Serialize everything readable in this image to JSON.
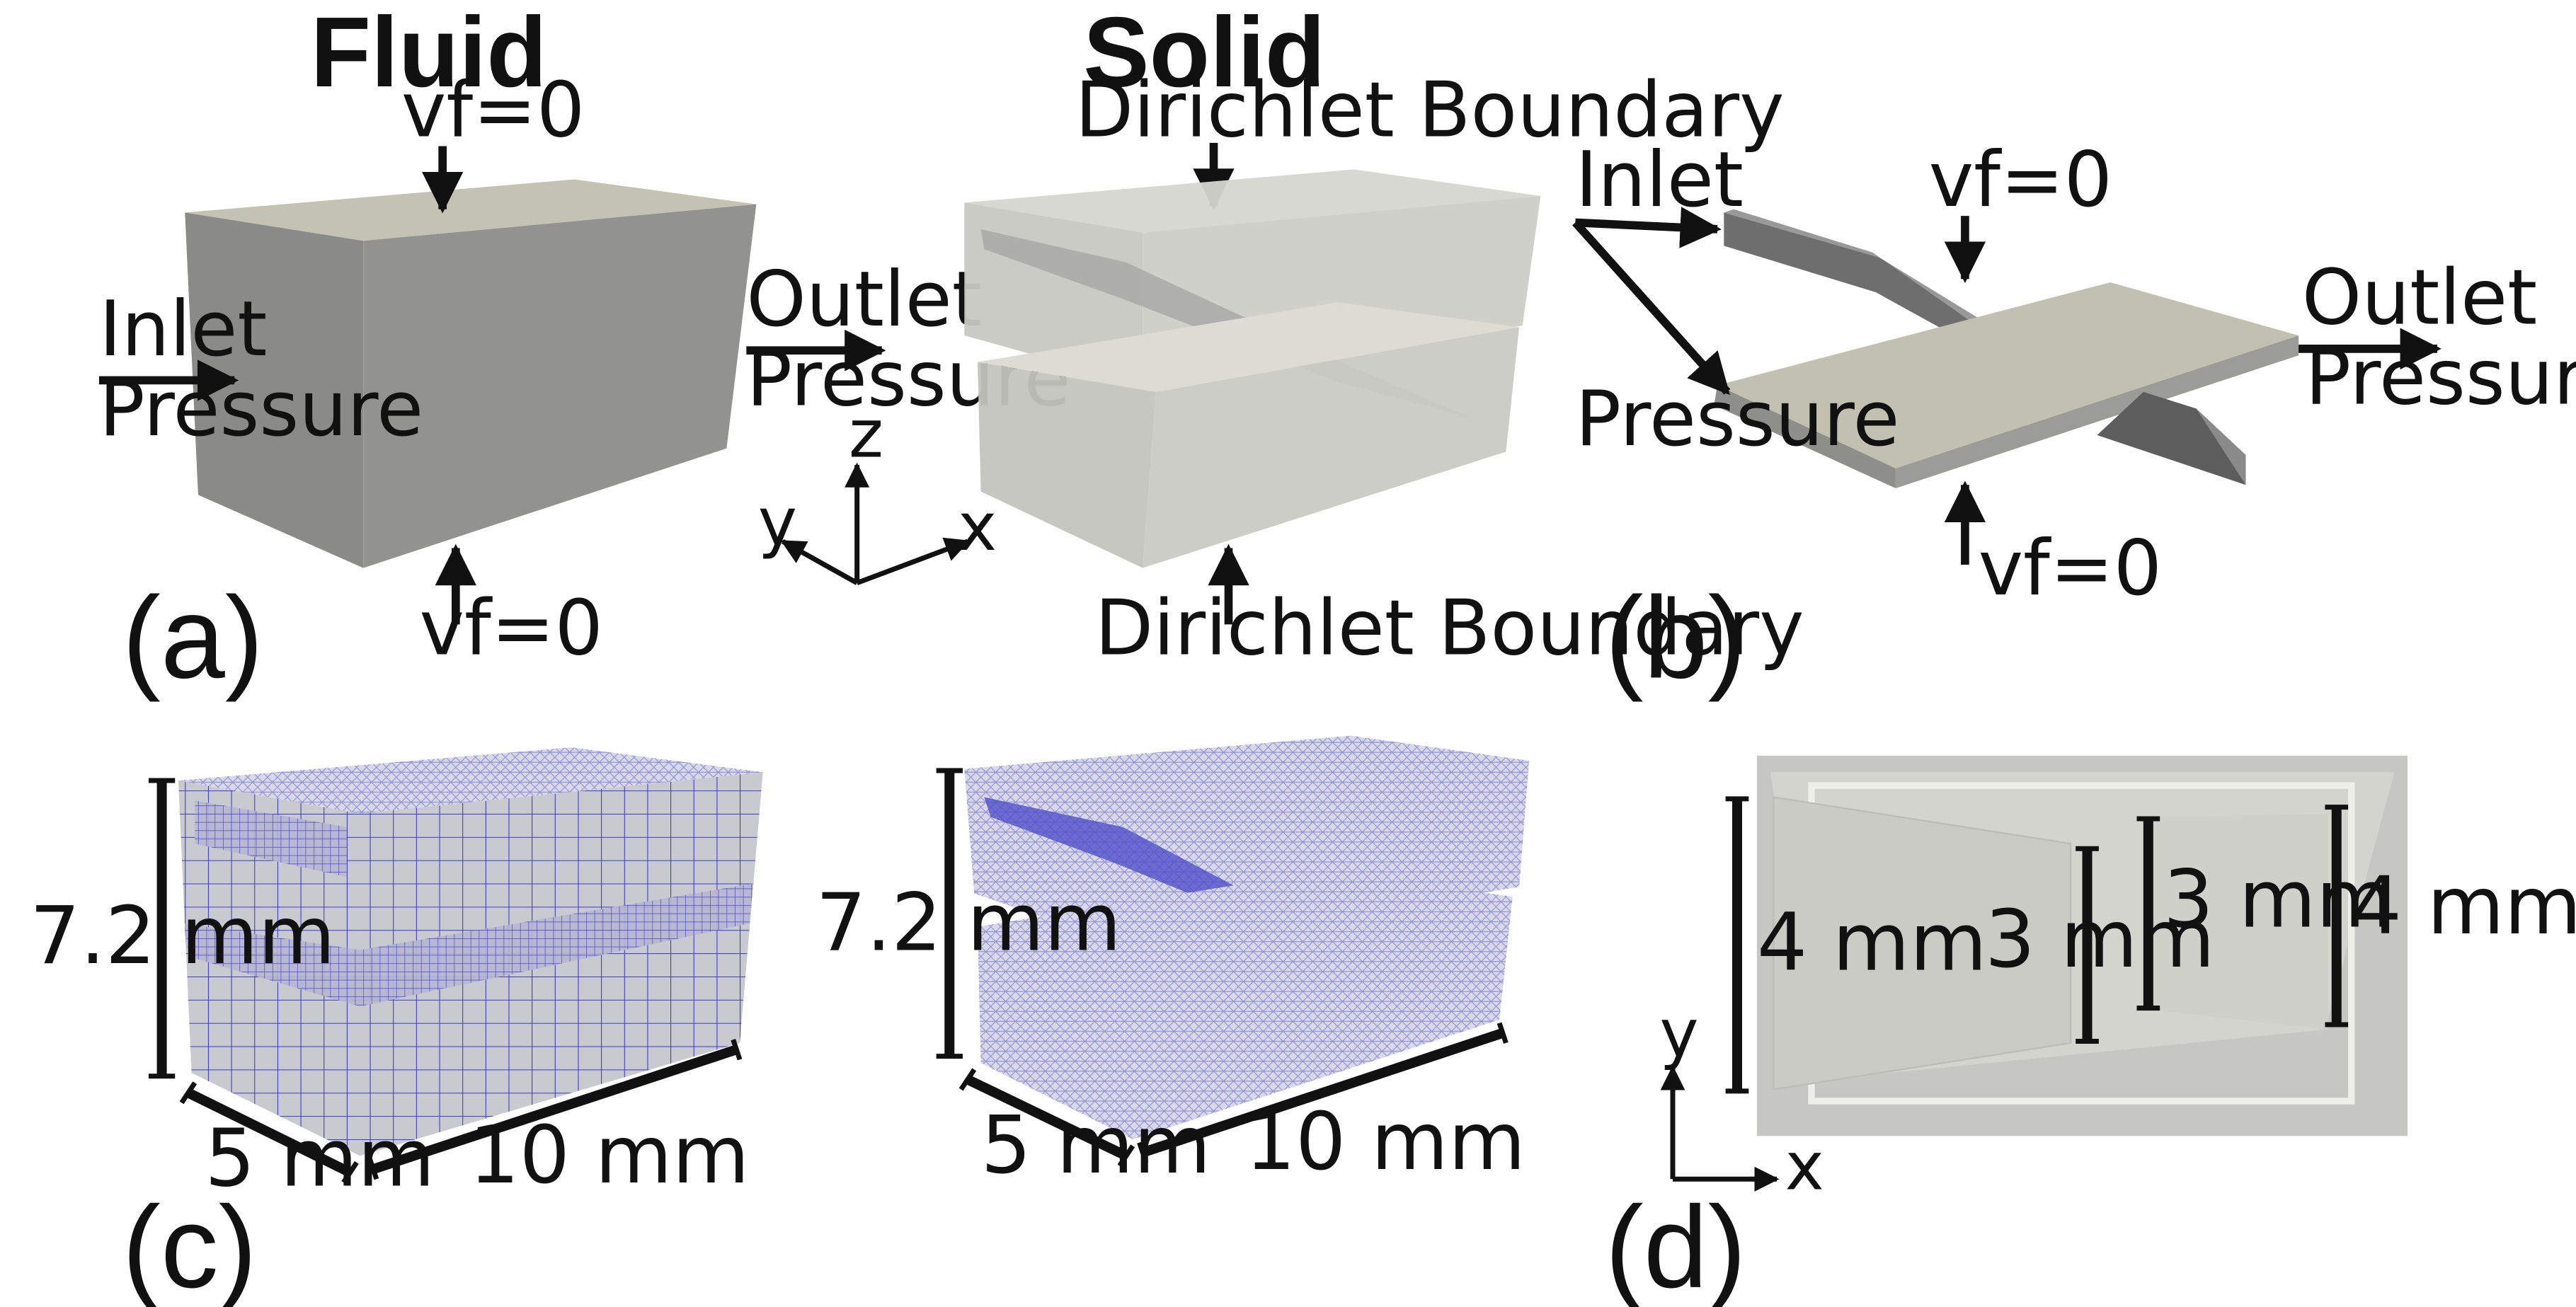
{
  "headings": {
    "fluid": "Fluid",
    "solid": "Solid"
  },
  "panel_labels": {
    "a": "(a)",
    "b": "(b)",
    "c": "(c)",
    "d": "(d)"
  },
  "panel_a": {
    "vf_top": "vf=0",
    "vf_bottom": "vf=0",
    "inlet": "Inlet",
    "inlet_pressure": "Pressure",
    "outlet": "Outlet",
    "outlet_pressure": "Pressure",
    "dirichlet_top": "Dirichlet Boundary",
    "dirichlet_bottom": "Dirichlet Boundary",
    "axis_x": "x",
    "axis_y": "y",
    "axis_z": "z"
  },
  "panel_b": {
    "inlet": "Inlet",
    "inlet_pressure": "Pressure",
    "vf_top": "vf=0",
    "vf_bottom": "vf=0",
    "outlet": "Outlet",
    "outlet_pressure": "Pressure"
  },
  "panel_c": {
    "fluid_height": "7.2 mm",
    "fluid_depth": "5 mm",
    "fluid_length": "10 mm",
    "solid_height": "7.2 mm",
    "solid_depth": "5 mm",
    "solid_length": "10 mm"
  },
  "panel_d": {
    "dim_left": "4 mm",
    "dim_mid_left": "3 mm",
    "dim_mid_right": "3 mm",
    "dim_right": "4 mm",
    "axis_x": "x",
    "axis_y": "y"
  },
  "colors": {
    "box_gray": "#8e8e8c",
    "box_top": "#c3c2b3",
    "solid_gray": "#d2d2cc",
    "mesh_blue": "#3a3ad0",
    "plate_beige": "#c0bfaf"
  }
}
